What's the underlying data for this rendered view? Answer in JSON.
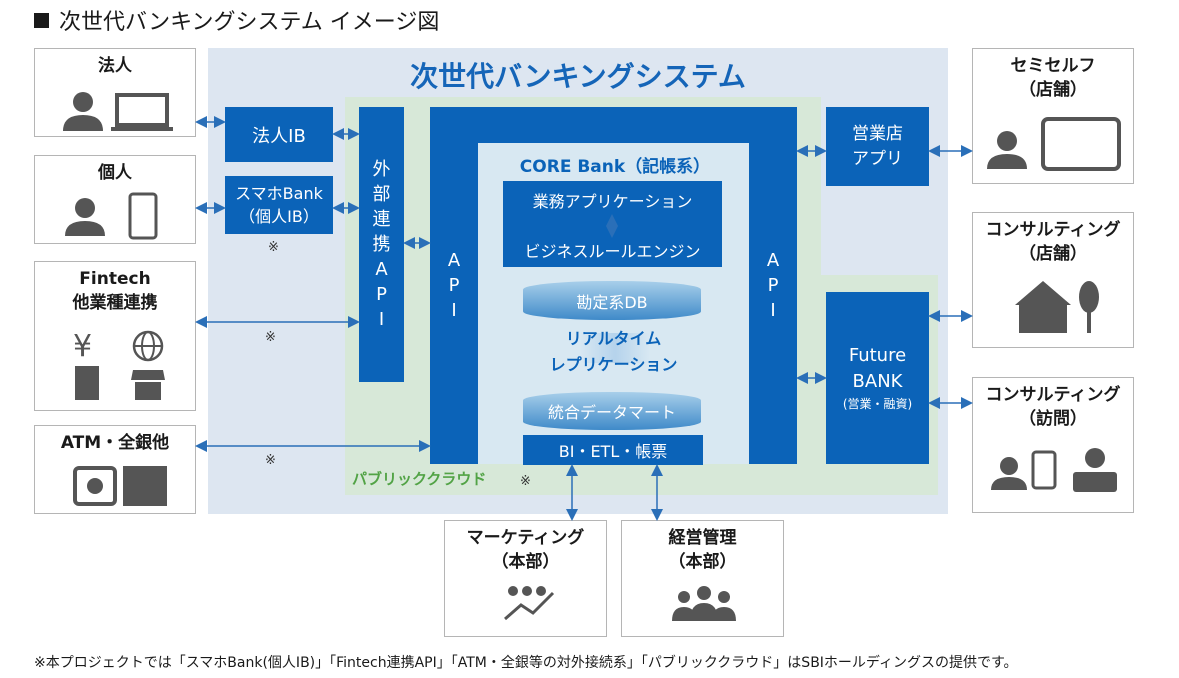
{
  "heading": "次世代バンキングシステム イメージ図",
  "system_title": "次世代バンキングシステム",
  "cloud_label": "パブリッククラウド",
  "note_mark": "※",
  "corporate_ib": "法人IB",
  "smart_bank": {
    "line1": "スマホBank",
    "line2": "（個人IB）"
  },
  "external_api": [
    "外",
    "部",
    "連",
    "携",
    "A",
    "P",
    "I"
  ],
  "api_chars": [
    "A",
    "P",
    "I"
  ],
  "core": {
    "title": "CORE Bank（記帳系）",
    "business_app": "業務アプリケーション",
    "rule_engine": "ビジネスルールエンジン",
    "accounting_db": "勘定系DB",
    "replication_line1": "リアルタイム",
    "replication_line2": "レプリケーション",
    "data_mart": "統合データマート",
    "bi_etl": "BI・ETL・帳票"
  },
  "branch_app": {
    "line1": "営業店",
    "line2": "アプリ"
  },
  "future_bank": {
    "line1": "Future",
    "line2": "BANK",
    "line3": "(営業・融資)"
  },
  "left": {
    "corporate": "法人",
    "individual": "個人",
    "fintech_line1": "Fintech",
    "fintech_line2": "他業種連携",
    "atm": "ATM・全銀他"
  },
  "right": {
    "self_line1": "セミセルフ",
    "self_line2": "（店舗）",
    "consult_store_line1": "コンサルティング",
    "consult_store_line2": "（店舗）",
    "consult_visit_line1": "コンサルティング",
    "consult_visit_line2": "（訪問）"
  },
  "bottom": {
    "marketing_line1": "マーケティング",
    "marketing_line2": "（本部）",
    "management_line1": "経営管理",
    "management_line2": "（本部）"
  },
  "footnote": "※本プロジェクトでは「スマホBank(個人IB)」「Fintech連携API」「ATM・全銀等の対外接続系」「パブリッククラウド」はSBIホールディングスの提供です。",
  "colors": {
    "primary_blue": "#0b63b8",
    "system_bg": "#dde6f1",
    "cloud_green": "#d7e8d8",
    "cloud_label": "#52a346",
    "icon_gray": "#555555",
    "arrow": "#2a6fb8"
  }
}
